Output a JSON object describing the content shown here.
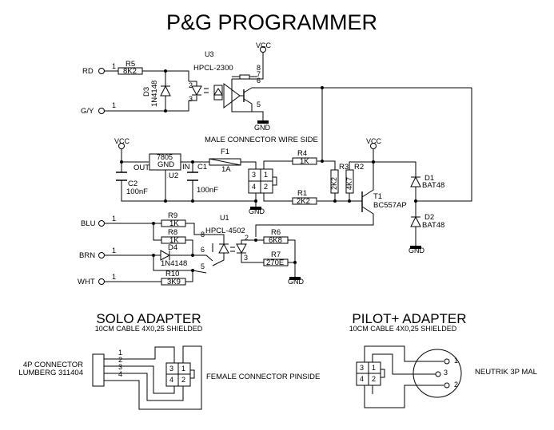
{
  "title": "P&G PROGRAMMER",
  "main_schematic": {
    "inputs": [
      {
        "net": "RD",
        "pin": "1"
      },
      {
        "net": "G/Y",
        "pin": "1"
      },
      {
        "net": "BLU",
        "pin": "1"
      },
      {
        "net": "BRN",
        "pin": "1"
      },
      {
        "net": "WHT",
        "pin": "1"
      }
    ],
    "power_labels": {
      "vcc": "VCC",
      "gnd": "GND"
    },
    "u3": {
      "ref": "U3",
      "part": "HPCL-2300",
      "pins": [
        "2",
        "3",
        "8",
        "7",
        "6",
        "5"
      ]
    },
    "u1": {
      "ref": "U1",
      "part": "HPCL-4502",
      "pins": [
        "8",
        "6",
        "5",
        "2",
        "3"
      ]
    },
    "u2": {
      "ref": "U2",
      "part": "7805",
      "pin_out": "OUT",
      "pin_gnd": "GND",
      "pin_in": "IN"
    },
    "fuse": {
      "ref": "F1",
      "value": "1A"
    },
    "connector_label": "MALE CONNECTOR WIRE SIDE",
    "connector_pins": [
      "3",
      "1",
      "4",
      "2"
    ],
    "transistor": {
      "ref": "T1",
      "part": "BC557AP"
    },
    "capacitors": [
      {
        "ref": "C1",
        "value": "100nF"
      },
      {
        "ref": "C2",
        "value": "100nF"
      }
    ],
    "diodes": [
      {
        "ref": "D1",
        "part": "BAT48"
      },
      {
        "ref": "D2",
        "part": "BAT48"
      },
      {
        "ref": "D3",
        "part": "1N4148"
      },
      {
        "ref": "D4",
        "part": "1N4148"
      }
    ],
    "resistors": [
      {
        "ref": "R1",
        "value": "2K2"
      },
      {
        "ref": "R2",
        "value": "4K7"
      },
      {
        "ref": "R3",
        "value": "2K2"
      },
      {
        "ref": "R4",
        "value": "1K"
      },
      {
        "ref": "R5",
        "value": "8K2"
      },
      {
        "ref": "R6",
        "value": "6K8"
      },
      {
        "ref": "R7",
        "value": "270E"
      },
      {
        "ref": "R8",
        "value": "1K"
      },
      {
        "ref": "R9",
        "value": "1K"
      },
      {
        "ref": "R10",
        "value": "3K9"
      }
    ]
  },
  "solo_adapter": {
    "title": "SOLO ADAPTER",
    "subtitle": "10CM CABLE 4X0,25 SHIELDED",
    "left_connector": [
      "4P CONNECTOR",
      "LUMBERG 311404"
    ],
    "wire_numbers": [
      "1",
      "2",
      "3",
      "4"
    ],
    "connector_pins": [
      "3",
      "1",
      "4",
      "2"
    ],
    "right_label": "FEMALE CONNECTOR PINSIDE"
  },
  "pilot_adapter": {
    "title": "PILOT+ ADAPTER",
    "subtitle": "10CM CABLE 4X0,25 SHIELDED",
    "connector_pins": [
      "3",
      "1",
      "4",
      "2"
    ],
    "xlr_pins": [
      "1",
      "3",
      "2"
    ],
    "right_label": "NEUTRIK 3P MAL"
  }
}
